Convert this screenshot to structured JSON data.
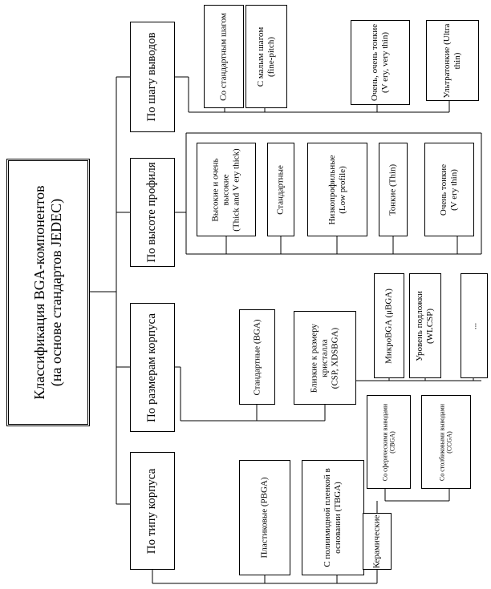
{
  "root": {
    "label": "Классификация BGA-компонентов\n(на основе стандартов JEDEC)"
  },
  "categories": {
    "pitch": {
      "label": "По шагу выводов"
    },
    "profile": {
      "label": "По высоте профиля"
    },
    "size": {
      "label": "По размерам корпуса"
    },
    "type": {
      "label": "По типу корпуса"
    }
  },
  "pitch_items": [
    {
      "label": "Со стандартным шагом"
    },
    {
      "label": "С малым шагом\n(fine-pitch)"
    },
    {
      "label": "Очень, очень тонкие\n(V ery, very thin)"
    },
    {
      "label": "Ультратонкие (Ultra\nthin)"
    }
  ],
  "profile_items": [
    {
      "label": "Высокие и очень\nвысокие\n(Thick and V ery thick)"
    },
    {
      "label": "Стандартные"
    },
    {
      "label": "Низкопрофильные\n(Low profile)"
    },
    {
      "label": "Тонкие (Thin)"
    },
    {
      "label": "Очень тонкие\n(V ery thin)"
    }
  ],
  "size_items": [
    {
      "label": "Стандартные (BGA)"
    },
    {
      "label": "Близкие к размеру\nкристалла\n(CSP, XDSBGA)"
    },
    {
      "label": "МикроBGA (μBGA)"
    },
    {
      "label": "Уровень подложки\n(WLCSP)"
    },
    {
      "label": "..."
    }
  ],
  "type_items": [
    {
      "label": "Пластиковые (PBGA)"
    },
    {
      "label": "С полиимидной пленкой в\nосновании (TBGA)"
    },
    {
      "label": "Керамические"
    },
    {
      "label": "Со сферическими выводами\n(CBGA)"
    },
    {
      "label": "Со столбиковыми выводами\n(CCGA)"
    }
  ]
}
